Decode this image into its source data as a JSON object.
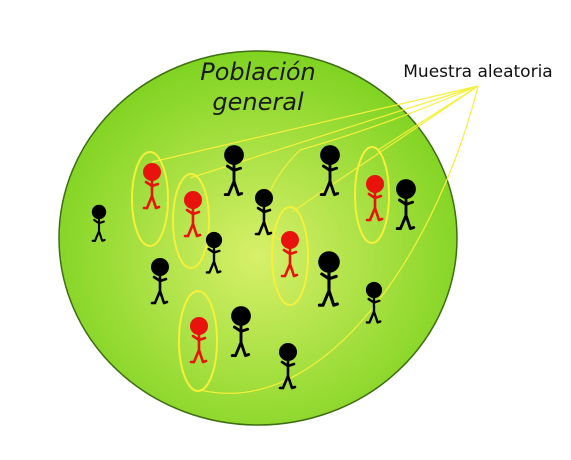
{
  "title_line1": "Población",
  "title_line2": "general",
  "sample_label": "Muestra aleatoria",
  "colors": {
    "population_fill": "#7fd321",
    "population_center": "#d8f06a",
    "population_stroke": "#3f6e12",
    "sample_person": "#e8130c",
    "non_sample_person": "#000000",
    "sample_outline": "#f5f03a",
    "pointer_line": "#f5f03a"
  }
}
